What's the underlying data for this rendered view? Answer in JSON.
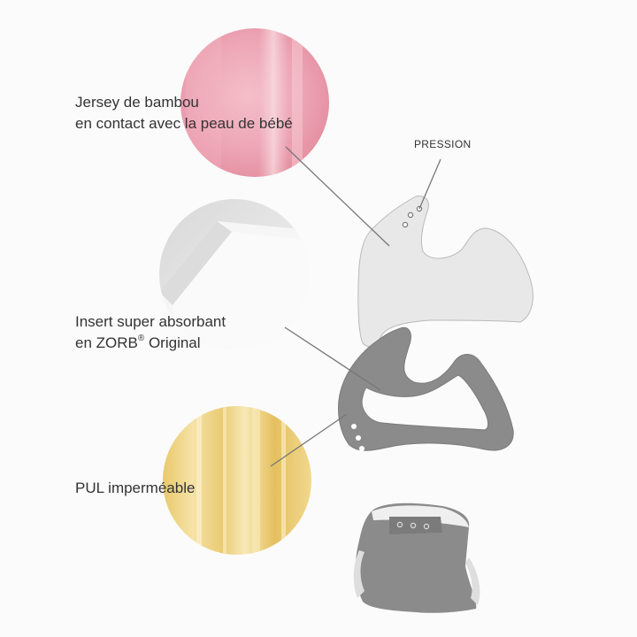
{
  "labels": {
    "bamboo_line1": "Jersey de bambou",
    "bamboo_line2": "en contact avec la peau de bébé",
    "insert_line1": "Insert super absorbant",
    "insert_line2_prefix": "en ZORB",
    "insert_line2_mark": "®",
    "insert_line2_suffix": " Original",
    "pul": "PUL imperméable",
    "pression": "PRESSION"
  },
  "colors": {
    "bamboo_swatch": "#eda6b6",
    "insert_swatch": "#e6e6e6",
    "pul_swatch": "#efd58a",
    "bamboo_layer": "#e8e8e8",
    "insert_layer": "#8c8b8b",
    "leader_line": "#777777",
    "background": "#fbfbfb"
  }
}
